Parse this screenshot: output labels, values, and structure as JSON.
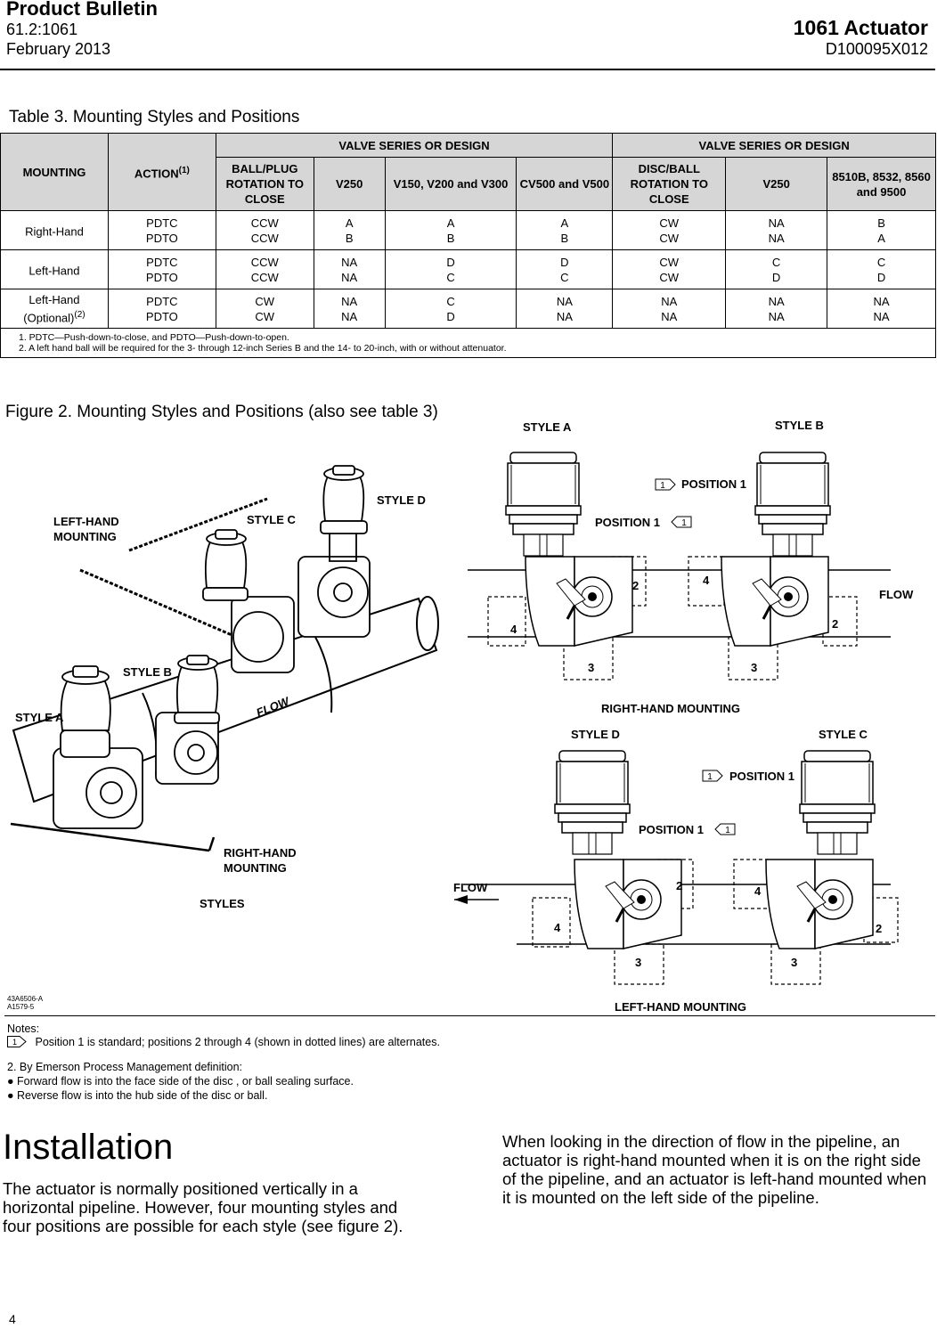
{
  "header": {
    "title": "Product Bulletin",
    "doc_number": "61.2:1061",
    "date": "February 2013",
    "product": "1061 Actuator",
    "part_number": "D100095X012"
  },
  "table": {
    "caption": "Table 3. Mounting Styles and Positions",
    "headers": {
      "mounting": "MOUNTING",
      "action": "ACTION",
      "action_sup": "(1)",
      "group1": "VALVE SERIES OR DESIGN",
      "group2": "VALVE SERIES OR DESIGN",
      "cols": [
        "BALL/PLUG ROTATION TO CLOSE",
        "V250",
        "V150, V200 and V300",
        "CV500 and V500",
        "DISC/BALL ROTATION TO CLOSE",
        "V250",
        "8510B, 8532, 8560 and 9500"
      ]
    },
    "rows": [
      {
        "mounting": "Right-Hand",
        "mounting_sup": "",
        "action": [
          "PDTC",
          "PDTO"
        ],
        "cells": [
          [
            "CCW",
            "CCW"
          ],
          [
            "A",
            "B"
          ],
          [
            "A",
            "B"
          ],
          [
            "A",
            "B"
          ],
          [
            "CW",
            "CW"
          ],
          [
            "NA",
            "NA"
          ],
          [
            "B",
            "A"
          ]
        ]
      },
      {
        "mounting": "Left-Hand",
        "mounting_sup": "",
        "action": [
          "PDTC",
          "PDTO"
        ],
        "cells": [
          [
            "CCW",
            "CCW"
          ],
          [
            "NA",
            "NA"
          ],
          [
            "D",
            "C"
          ],
          [
            "D",
            "C"
          ],
          [
            "CW",
            "CW"
          ],
          [
            "C",
            "D"
          ],
          [
            "C",
            "D"
          ]
        ]
      },
      {
        "mounting": "Left-Hand (Optional)",
        "mounting_sup": "(2)",
        "action": [
          "PDTC",
          "PDTO"
        ],
        "cells": [
          [
            "CW",
            "CW"
          ],
          [
            "NA",
            "NA"
          ],
          [
            "C",
            "D"
          ],
          [
            "NA",
            "NA"
          ],
          [
            "NA",
            "NA"
          ],
          [
            "NA",
            "NA"
          ],
          [
            "NA",
            "NA"
          ]
        ]
      }
    ],
    "footnotes": [
      "1. PDTC—Push-down-to-close, and PDTO—Push-down-to-open.",
      "2. A left hand ball will be required for the 3- through 12-inch Series B and the 14- to 20-inch, with or without attenuator."
    ]
  },
  "figure": {
    "caption": "Figure 2. Mounting Styles and Positions (also see table 3)",
    "labels": {
      "left_hand_mounting": [
        "LEFT-HAND",
        "MOUNTING"
      ],
      "right_hand_mounting_3d": [
        "RIGHT-HAND",
        "MOUNTING"
      ],
      "style_a": "STYLE A",
      "style_b": "STYLE B",
      "style_c": "STYLE C",
      "style_d": "STYLE D",
      "styles": "STYLES",
      "flow": "FLOW",
      "position_1": "POSITION 1",
      "flag_number": "1",
      "right_hand_title": "RIGHT-HAND MOUNTING",
      "left_hand_title": "LEFT-HAND MOUNTING",
      "positions": [
        "2",
        "3",
        "4"
      ],
      "drawing_numbers": [
        "43A6506-A",
        "A1579-5"
      ]
    }
  },
  "notes": {
    "heading": "Notes:",
    "note1": "Position 1 is standard; positions 2 through 4 (shown in dotted lines) are alternates.",
    "note2_title": "2. By Emerson Process Management definition:",
    "bullets": [
      "● Forward flow is into the face side of the disc , or ball sealing surface.",
      "● Reverse flow is into the hub side of the disc or ball."
    ]
  },
  "installation": {
    "heading": "Installation",
    "paragraph1": "The actuator is normally positioned vertically in a horizontal pipeline. However, four mounting styles and four positions are possible for each style (see figure 2).",
    "paragraph2": "When looking in the direction of flow in the pipeline, an actuator is right-hand mounted when it is on the right side of the pipeline, and an actuator is left-hand mounted when it is mounted on the left side of the pipeline."
  },
  "page_number": "4"
}
